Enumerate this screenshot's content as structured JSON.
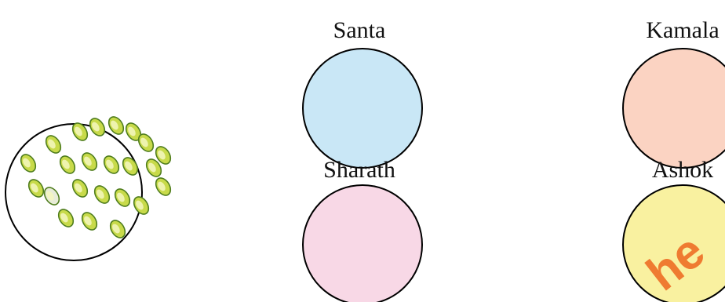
{
  "people": [
    {
      "name": "Santa",
      "color": "#c9e7f6"
    },
    {
      "name": "Kamala",
      "color": "#fbd3c2"
    },
    {
      "name": "Sharath",
      "color": "#f8d8e6"
    },
    {
      "name": "Ashok",
      "color": "#f9f1a0"
    }
  ],
  "bowl": {
    "seed_count": 22,
    "seed_color": "#c8da4a",
    "seed_highlight": "#f4f7c0"
  },
  "watermark": {
    "text": "he",
    "color": "#ee6f25"
  }
}
